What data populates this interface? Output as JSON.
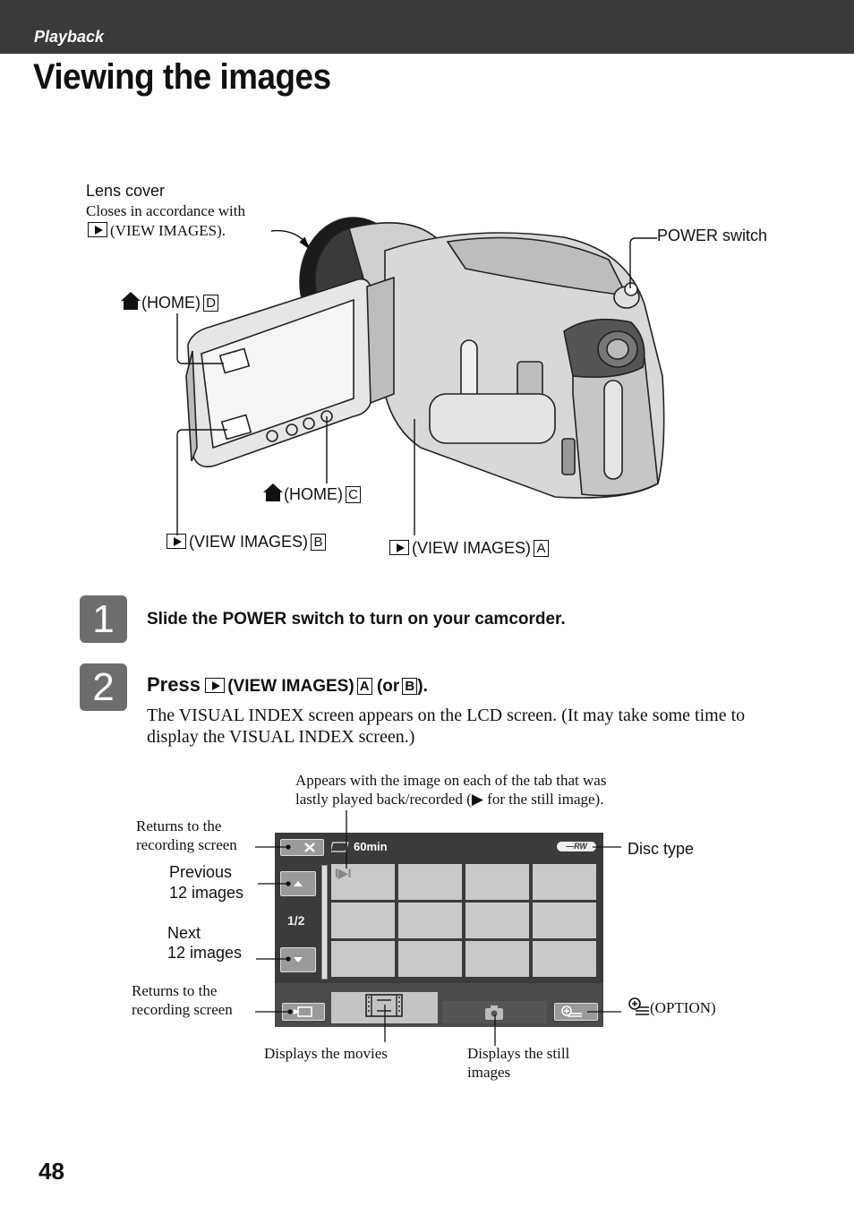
{
  "header": {
    "section": "Playback",
    "title": "Viewing the images"
  },
  "camcorder_figure": {
    "lens_cover_title": "Lens cover",
    "lens_cover_desc_line1": "Closes in accordance with",
    "lens_cover_desc_line2": "(VIEW IMAGES).",
    "power_switch": "POWER switch",
    "home_d": "(HOME)",
    "home_d_letter": "D",
    "home_c": "(HOME)",
    "home_c_letter": "C",
    "view_images_b": "(VIEW IMAGES)",
    "view_images_b_letter": "B",
    "view_images_a": "(VIEW IMAGES)",
    "view_images_a_letter": "A"
  },
  "steps": [
    {
      "number": "1",
      "heading": "Slide the POWER switch to turn on your camcorder."
    },
    {
      "number": "2",
      "heading_press": "Press",
      "heading_view": "(VIEW IMAGES)",
      "heading_letter_a": "A",
      "heading_or": "(or",
      "heading_letter_b": "B",
      "heading_close": ").",
      "body": "The VISUAL INDEX screen appears on the LCD screen. (It may take some time to display the VISUAL INDEX screen.)"
    }
  ],
  "index_figure": {
    "appears_note_line1": "Appears with the image on each of the tab that was",
    "appears_note_line2": "lastly played back/recorded (▶ for the still image).",
    "returns_top_line1": "Returns to the",
    "returns_top_line2": "recording screen",
    "previous_line1": "Previous",
    "previous_line2": "12 images",
    "next_line1": "Next",
    "next_line2": "12 images",
    "returns_bottom_line1": "Returns to the",
    "returns_bottom_line2": "recording screen",
    "disc_type": "Disc type",
    "option": "(OPTION)",
    "displays_movies": "Displays the movies",
    "displays_still_line1": "Displays the still",
    "displays_still_line2": "images",
    "screen_battery": "60min",
    "screen_disc_badge": "—RW",
    "screen_page": "1/2",
    "screen_last_played": "I▶I"
  },
  "footer": {
    "page_number": "48"
  }
}
